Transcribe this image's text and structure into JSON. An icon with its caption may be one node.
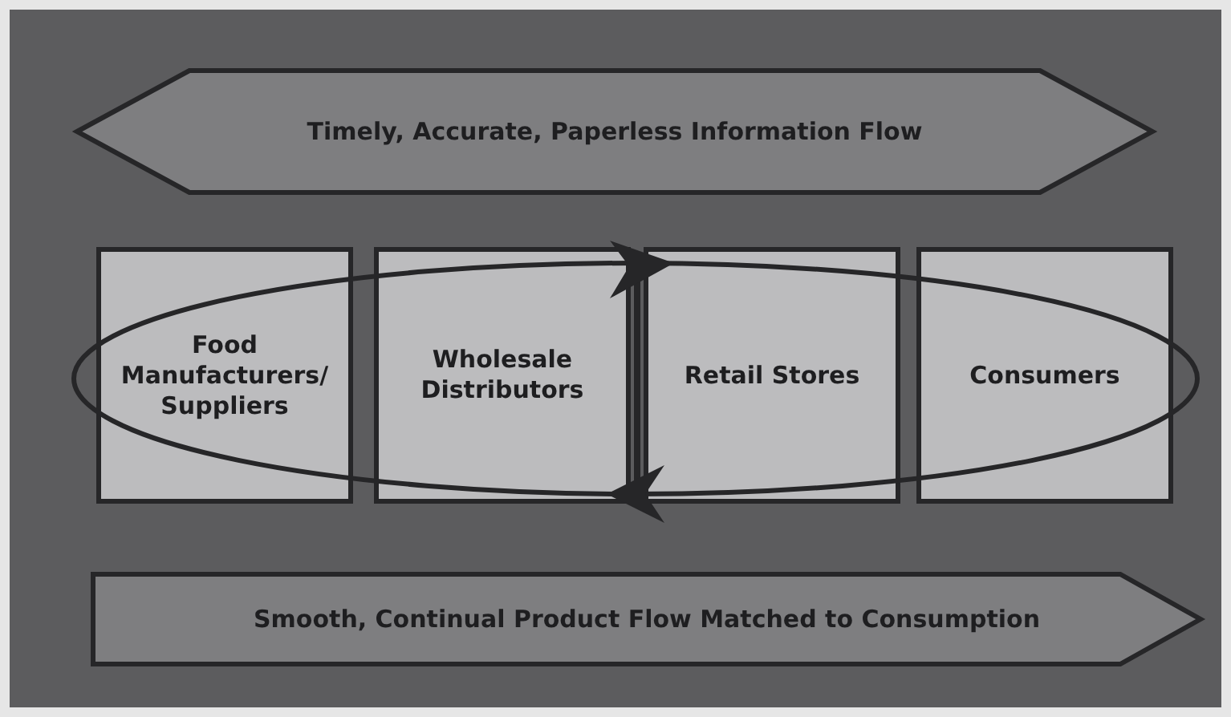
{
  "diagram": {
    "nodes": [
      {
        "text": [
          "Timely, Accurate, Paperless Information Flow"
        ]
      },
      {
        "text": [
          "Food Manufacturers/ Suppliers"
        ]
      },
      {
        "text": [
          "Wholesale Distributors"
        ]
      },
      {
        "text": [
          "Retail Stores"
        ]
      },
      {
        "text": [
          "Consumers"
        ]
      },
      {
        "text": [
          "Smooth, Continual Product Flow Matched to Consumption"
        ]
      }
    ]
  }
}
